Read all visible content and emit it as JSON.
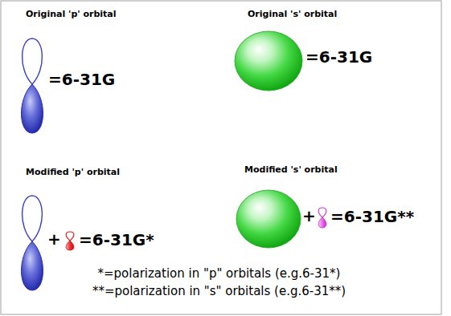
{
  "diagram": {
    "labels": [
      "Original 'p' orbital",
      "=6-31G",
      "Original 's' orbital",
      "=6-31G",
      "Modified 'p' orbital",
      "+",
      "=6-31G*",
      "Modified 's' orbital",
      "+",
      "=6-31G**",
      "*=polarization in \"p\" orbitals (e.g.6-31*)",
      "**=polarization in \"s\" orbitals (e.g.6-31**)"
    ]
  }
}
